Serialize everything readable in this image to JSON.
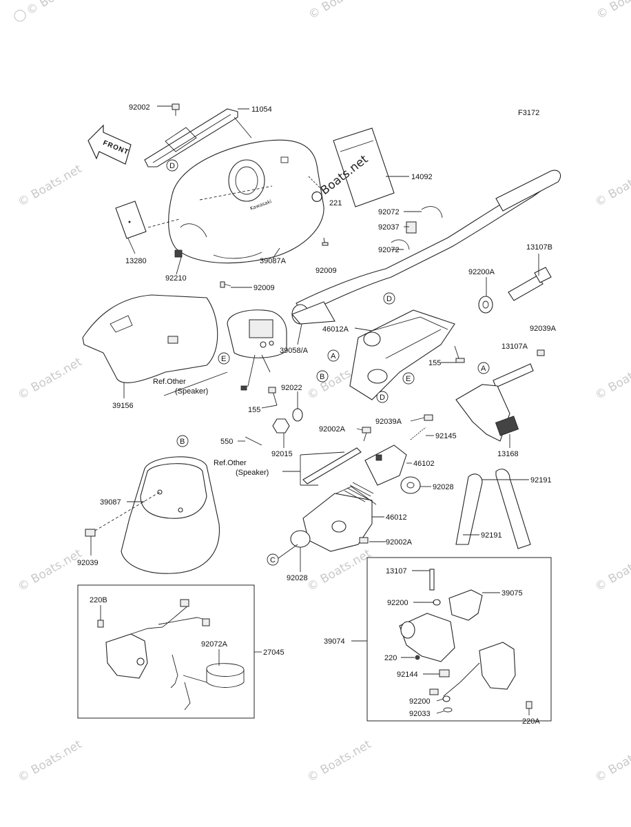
{
  "figure_code": "F3172",
  "front_label": "FRONT",
  "watermark": "© Boats.net",
  "stamp_text": "Boats.net",
  "callouts": {
    "A": "A",
    "B": "B",
    "C": "C",
    "D": "D",
    "E": "E"
  },
  "parts": {
    "p92002": "92002",
    "p11054": "11054",
    "p14092": "14092",
    "p221": "221",
    "p92072_top": "92072",
    "p92037": "92037",
    "p92072_mid": "92072",
    "p13280": "13280",
    "p39087A": "39087A",
    "p92009_a": "92009",
    "p92210": "92210",
    "p92009_b": "92009",
    "p13107B": "13107B",
    "p92200A": "92200A",
    "p92039A": "92039A",
    "p13107A": "13107A",
    "p46012A": "46012A",
    "p39058A": "39058/A",
    "p155_a": "155",
    "p39156": "39156",
    "p155_b": "155",
    "p92022": "92022",
    "p92039A_b": "92039A",
    "p550": "550",
    "p92015": "92015",
    "p92002A_a": "92002A",
    "p92145": "92145",
    "p13168": "13168",
    "p46102": "46102",
    "p92191_a": "92191",
    "p39087": "39087",
    "p92028_a": "92028",
    "p46012": "46012",
    "p92191_b": "92191",
    "p92002A_b": "92002A",
    "p92039": "92039",
    "p92028_b": "92028",
    "p13107": "13107",
    "p39075": "39075",
    "p92200_a": "92200",
    "p39074": "39074",
    "p220": "220",
    "p92144": "92144",
    "p92200_b": "92200",
    "p92033": "92033",
    "p220A": "220A",
    "p220B": "220B",
    "p92072A": "92072A",
    "p27045": "27045"
  },
  "refs": {
    "ref1_line1": "Ref.Other",
    "ref1_line2": "(Speaker)",
    "ref2_line1": "Ref.Other",
    "ref2_line2": "(Speaker)"
  }
}
